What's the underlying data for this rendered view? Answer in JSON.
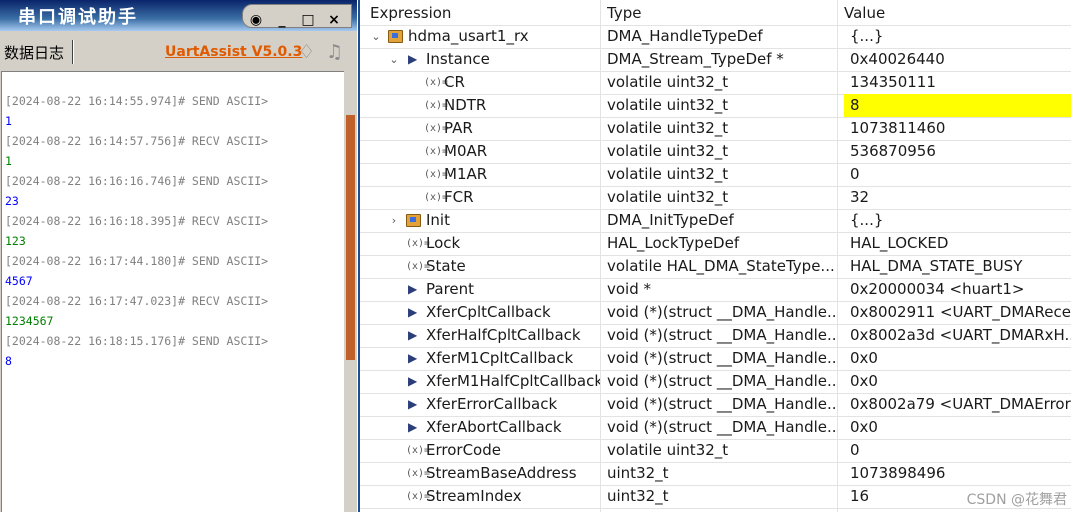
{
  "serial_app": {
    "title": "串口调试助手",
    "tab": "数据日志",
    "brand": "UartAssist V5.0.3",
    "titlebar_buttons": [
      "_",
      "□",
      "×"
    ],
    "log": [
      {
        "header": "[2024-08-22 16:14:55.974]# SEND ASCII>",
        "data": "1",
        "dir": "send"
      },
      {
        "header": "[2024-08-22 16:14:57.756]# RECV ASCII>",
        "data": "1",
        "dir": "recv"
      },
      {
        "header": "[2024-08-22 16:16:16.746]# SEND ASCII>",
        "data": "23",
        "dir": "send"
      },
      {
        "header": "[2024-08-22 16:16:18.395]# RECV ASCII>",
        "data": "123",
        "dir": "recv"
      },
      {
        "header": "[2024-08-22 16:17:44.180]# SEND ASCII>",
        "data": "4567",
        "dir": "send"
      },
      {
        "header": "[2024-08-22 16:17:47.023]# RECV ASCII>",
        "data": "1234567",
        "dir": "recv"
      },
      {
        "header": "[2024-08-22 16:18:15.176]# SEND ASCII>",
        "data": "8",
        "dir": "send"
      }
    ]
  },
  "watch": {
    "columns": {
      "expression": "Expression",
      "type": "Type",
      "value": "Value"
    },
    "rows": [
      {
        "name": "hdma_usart1_rx",
        "type": "DMA_HandleTypeDef",
        "value": "{...}",
        "level": 0,
        "expander": "expanded",
        "icon": "struct-icon"
      },
      {
        "name": "Instance",
        "type": "DMA_Stream_TypeDef *",
        "value": "0x40026440",
        "level": 1,
        "expander": "expanded",
        "icon": "pointer-icon"
      },
      {
        "name": "CR",
        "type": "volatile uint32_t",
        "value": "134350111",
        "level": 2,
        "expander": "none",
        "icon": "variable-icon"
      },
      {
        "name": "NDTR",
        "type": "volatile uint32_t",
        "value": "8",
        "level": 2,
        "expander": "none",
        "icon": "variable-icon",
        "highlight": true
      },
      {
        "name": "PAR",
        "type": "volatile uint32_t",
        "value": "1073811460",
        "level": 2,
        "expander": "none",
        "icon": "variable-icon"
      },
      {
        "name": "M0AR",
        "type": "volatile uint32_t",
        "value": "536870956",
        "level": 2,
        "expander": "none",
        "icon": "variable-icon"
      },
      {
        "name": "M1AR",
        "type": "volatile uint32_t",
        "value": "0",
        "level": 2,
        "expander": "none",
        "icon": "variable-icon"
      },
      {
        "name": "FCR",
        "type": "volatile uint32_t",
        "value": "32",
        "level": 2,
        "expander": "none",
        "icon": "variable-icon"
      },
      {
        "name": "Init",
        "type": "DMA_InitTypeDef",
        "value": "{...}",
        "level": 1,
        "expander": "collapsed",
        "icon": "struct-icon"
      },
      {
        "name": "Lock",
        "type": "HAL_LockTypeDef",
        "value": "HAL_LOCKED",
        "level": 1,
        "expander": "none",
        "icon": "variable-icon"
      },
      {
        "name": "State",
        "type": "volatile HAL_DMA_StateType...",
        "value": "HAL_DMA_STATE_BUSY",
        "level": 1,
        "expander": "none",
        "icon": "variable-icon"
      },
      {
        "name": "Parent",
        "type": "void *",
        "value": "0x20000034 <huart1>",
        "level": 1,
        "expander": "none",
        "icon": "pointer-icon"
      },
      {
        "name": "XferCpltCallback",
        "type": "void (*)(struct __DMA_Handle...",
        "value": "0x8002911 <UART_DMARece...",
        "level": 1,
        "expander": "none",
        "icon": "pointer-icon"
      },
      {
        "name": "XferHalfCpltCallback",
        "type": "void (*)(struct __DMA_Handle...",
        "value": "0x8002a3d <UART_DMARxH...",
        "level": 1,
        "expander": "none",
        "icon": "pointer-icon"
      },
      {
        "name": "XferM1CpltCallback",
        "type": "void (*)(struct __DMA_Handle...",
        "value": "0x0",
        "level": 1,
        "expander": "none",
        "icon": "pointer-icon"
      },
      {
        "name": "XferM1HalfCpltCallback",
        "type": "void (*)(struct __DMA_Handle...",
        "value": "0x0",
        "level": 1,
        "expander": "none",
        "icon": "pointer-icon"
      },
      {
        "name": "XferErrorCallback",
        "type": "void (*)(struct __DMA_Handle...",
        "value": "0x8002a79 <UART_DMAError>",
        "level": 1,
        "expander": "none",
        "icon": "pointer-icon"
      },
      {
        "name": "XferAbortCallback",
        "type": "void (*)(struct __DMA_Handle...",
        "value": "0x0",
        "level": 1,
        "expander": "none",
        "icon": "pointer-icon"
      },
      {
        "name": "ErrorCode",
        "type": "volatile uint32_t",
        "value": "0",
        "level": 1,
        "expander": "none",
        "icon": "variable-icon"
      },
      {
        "name": "StreamBaseAddress",
        "type": "uint32_t",
        "value": "1073898496",
        "level": 1,
        "expander": "none",
        "icon": "variable-icon"
      },
      {
        "name": "StreamIndex",
        "type": "uint32_t",
        "value": "16",
        "level": 1,
        "expander": "none",
        "icon": "variable-icon"
      }
    ],
    "highlight_color": "#ffff00"
  },
  "watermark": "CSDN @花舞君"
}
